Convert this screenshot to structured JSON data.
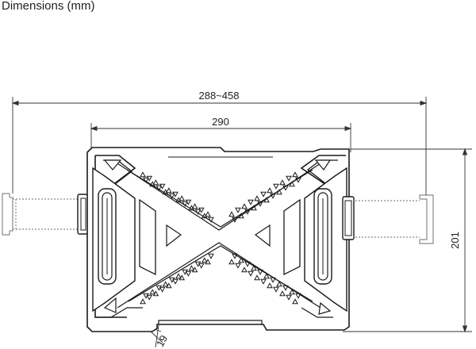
{
  "title": "Dimensions (mm)",
  "dimensions": {
    "total_width": "288~458",
    "plate_width": "290",
    "height": "201",
    "depth": "19"
  },
  "colors": {
    "line": "#1a1a1a",
    "dim_line": "#333333",
    "arm_stroke": "#8a8a8a",
    "background": "#ffffff"
  }
}
